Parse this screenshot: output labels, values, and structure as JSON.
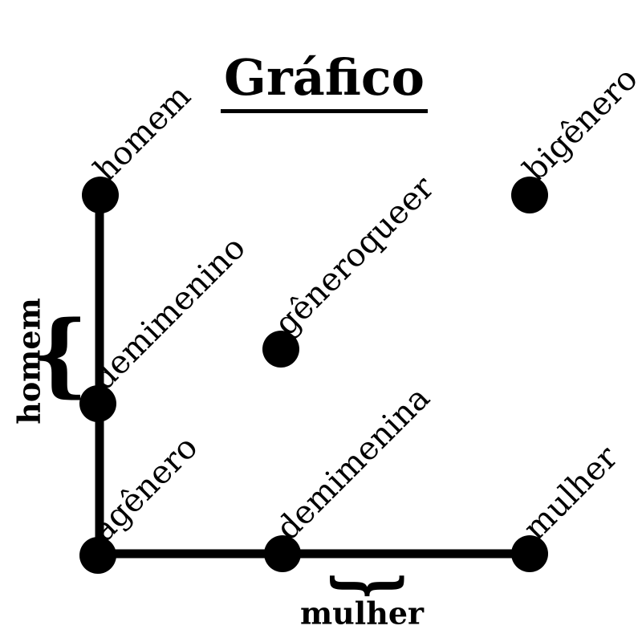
{
  "title": "Gráfico",
  "axes": {
    "y": {
      "label": "homem"
    },
    "x": {
      "label": "mulher"
    }
  },
  "glyphs": {
    "brace": "{"
  },
  "points": [
    {
      "label": "homem",
      "x_mulher": 0,
      "y_homem": 1
    },
    {
      "label": "demimenino",
      "x_mulher": 0,
      "y_homem": 0.42
    },
    {
      "label": "agênero",
      "x_mulher": 0,
      "y_homem": 0
    },
    {
      "label": "demimenina",
      "x_mulher": 0.43,
      "y_homem": 0
    },
    {
      "label": "mulher",
      "x_mulher": 1,
      "y_homem": 0
    },
    {
      "label": "gêneroqueer",
      "x_mulher": 0.42,
      "y_homem": 0.57
    },
    {
      "label": "bigênero",
      "x_mulher": 1,
      "y_homem": 1
    }
  ],
  "edges": [
    {
      "from": "homem",
      "to": "agênero"
    },
    {
      "from": "agênero",
      "to": "mulher"
    }
  ],
  "colors": {
    "ink": "#000000",
    "background": "#ffffff"
  }
}
